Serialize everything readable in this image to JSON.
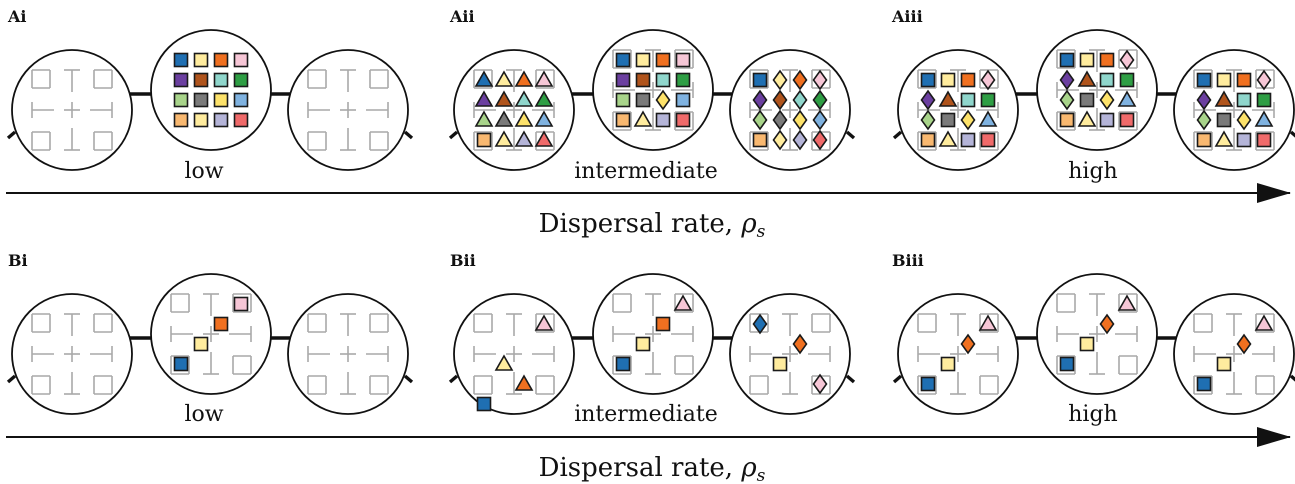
{
  "colors": {
    "blue": "#1f6fb2",
    "yellow": "#ffec9e",
    "orange": "#f07020",
    "pink": "#f6c6d6",
    "purple": "#6b3fa0",
    "brown": "#b0541c",
    "teal": "#8fd6cc",
    "green": "#2e9e44",
    "lightgreen": "#a8d48a",
    "gray": "#7a7a7a",
    "gold": "#fde26a",
    "lightblue": "#7fb2e0",
    "peach": "#f8b870",
    "lavender": "#b4b4d8",
    "red": "#f06a6a"
  },
  "rows": [
    {
      "axis_label": "Dispersal rate, ",
      "axis_symbol": "ρ",
      "axis_subscript": "s",
      "panels": [
        {
          "label": "Ai",
          "scenario": "low"
        },
        {
          "label": "Aii",
          "scenario": "intermediate"
        },
        {
          "label": "Aiii",
          "scenario": "high"
        }
      ]
    },
    {
      "axis_label": "Dispersal rate, ",
      "axis_symbol": "ρ",
      "axis_subscript": "s",
      "panels": [
        {
          "label": "Bi",
          "scenario": "low"
        },
        {
          "label": "Bii",
          "scenario": "intermediate"
        },
        {
          "label": "Biii",
          "scenario": "high"
        }
      ]
    }
  ],
  "patches": {
    "A": [
      [
        {
          "grid": true,
          "species": []
        },
        {
          "grid": false,
          "species": [
            [
              "s",
              "blue",
              0,
              0
            ],
            [
              "s",
              "yellow",
              1,
              0
            ],
            [
              "s",
              "orange",
              2,
              0
            ],
            [
              "s",
              "pink",
              3,
              0
            ],
            [
              "s",
              "purple",
              0,
              1
            ],
            [
              "s",
              "brown",
              1,
              1
            ],
            [
              "s",
              "teal",
              2,
              1
            ],
            [
              "s",
              "green",
              3,
              1
            ],
            [
              "s",
              "lightgreen",
              0,
              2
            ],
            [
              "s",
              "gray",
              1,
              2
            ],
            [
              "s",
              "gold",
              2,
              2
            ],
            [
              "s",
              "lightblue",
              3,
              2
            ],
            [
              "s",
              "peach",
              0,
              3
            ],
            [
              "s",
              "yellow",
              1,
              3
            ],
            [
              "s",
              "lavender",
              2,
              3
            ],
            [
              "s",
              "red",
              3,
              3
            ]
          ]
        },
        {
          "grid": true,
          "species": []
        }
      ],
      [
        {
          "grid": true,
          "species": [
            [
              "t",
              "blue",
              0,
              0
            ],
            [
              "t",
              "yellow",
              1,
              0
            ],
            [
              "t",
              "orange",
              2,
              0
            ],
            [
              "t",
              "pink",
              3,
              0
            ],
            [
              "t",
              "purple",
              0,
              1
            ],
            [
              "t",
              "brown",
              1,
              1
            ],
            [
              "t",
              "teal",
              2,
              1
            ],
            [
              "t",
              "green",
              3,
              1
            ],
            [
              "t",
              "lightgreen",
              0,
              2
            ],
            [
              "t",
              "gray",
              1,
              2
            ],
            [
              "t",
              "gold",
              2,
              2
            ],
            [
              "t",
              "lightblue",
              3,
              2
            ],
            [
              "s",
              "peach",
              0,
              3
            ],
            [
              "t",
              "yellow",
              1,
              3
            ],
            [
              "t",
              "lavender",
              2,
              3
            ],
            [
              "t",
              "red",
              3,
              3
            ]
          ]
        },
        {
          "grid": true,
          "species": [
            [
              "s",
              "blue",
              0,
              0
            ],
            [
              "s",
              "yellow",
              1,
              0
            ],
            [
              "s",
              "orange",
              2,
              0
            ],
            [
              "s",
              "pink",
              3,
              0
            ],
            [
              "s",
              "purple",
              0,
              1
            ],
            [
              "s",
              "brown",
              1,
              1
            ],
            [
              "s",
              "teal",
              2,
              1
            ],
            [
              "s",
              "green",
              3,
              1
            ],
            [
              "s",
              "lightgreen",
              0,
              2
            ],
            [
              "s",
              "gray",
              1,
              2
            ],
            [
              "d",
              "gold",
              2,
              2
            ],
            [
              "s",
              "lightblue",
              3,
              2
            ],
            [
              "s",
              "peach",
              0,
              3
            ],
            [
              "t",
              "yellow",
              1,
              3
            ],
            [
              "s",
              "lavender",
              2,
              3
            ],
            [
              "s",
              "red",
              3,
              3
            ]
          ]
        },
        {
          "grid": true,
          "species": [
            [
              "s",
              "blue",
              0,
              0
            ],
            [
              "d",
              "yellow",
              1,
              0
            ],
            [
              "d",
              "orange",
              2,
              0
            ],
            [
              "d",
              "pink",
              3,
              0
            ],
            [
              "d",
              "purple",
              0,
              1
            ],
            [
              "d",
              "brown",
              1,
              1
            ],
            [
              "d",
              "teal",
              2,
              1
            ],
            [
              "d",
              "green",
              3,
              1
            ],
            [
              "d",
              "lightgreen",
              0,
              2
            ],
            [
              "d",
              "gray",
              1,
              2
            ],
            [
              "d",
              "gold",
              2,
              2
            ],
            [
              "d",
              "lightblue",
              3,
              2
            ],
            [
              "s",
              "peach",
              0,
              3
            ],
            [
              "d",
              "yellow",
              1,
              3
            ],
            [
              "d",
              "lavender",
              2,
              3
            ],
            [
              "d",
              "red",
              3,
              3
            ]
          ]
        }
      ],
      [
        {
          "grid": true,
          "species": [
            [
              "s",
              "blue",
              0,
              0
            ],
            [
              "s",
              "yellow",
              1,
              0
            ],
            [
              "s",
              "orange",
              2,
              0
            ],
            [
              "d",
              "pink",
              3,
              0
            ],
            [
              "d",
              "purple",
              0,
              1
            ],
            [
              "t",
              "brown",
              1,
              1
            ],
            [
              "s",
              "teal",
              2,
              1
            ],
            [
              "s",
              "green",
              3,
              1
            ],
            [
              "d",
              "lightgreen",
              0,
              2
            ],
            [
              "s",
              "gray",
              1,
              2
            ],
            [
              "d",
              "gold",
              2,
              2
            ],
            [
              "t",
              "lightblue",
              3,
              2
            ],
            [
              "s",
              "peach",
              0,
              3
            ],
            [
              "t",
              "yellow",
              1,
              3
            ],
            [
              "s",
              "lavender",
              2,
              3
            ],
            [
              "s",
              "red",
              3,
              3
            ]
          ]
        },
        {
          "grid": true,
          "species": [
            [
              "s",
              "blue",
              0,
              0
            ],
            [
              "s",
              "yellow",
              1,
              0
            ],
            [
              "s",
              "orange",
              2,
              0
            ],
            [
              "d",
              "pink",
              3,
              0
            ],
            [
              "d",
              "purple",
              0,
              1
            ],
            [
              "t",
              "brown",
              1,
              1
            ],
            [
              "s",
              "teal",
              2,
              1
            ],
            [
              "s",
              "green",
              3,
              1
            ],
            [
              "d",
              "lightgreen",
              0,
              2
            ],
            [
              "s",
              "gray",
              1,
              2
            ],
            [
              "d",
              "gold",
              2,
              2
            ],
            [
              "t",
              "lightblue",
              3,
              2
            ],
            [
              "s",
              "peach",
              0,
              3
            ],
            [
              "t",
              "yellow",
              1,
              3
            ],
            [
              "s",
              "lavender",
              2,
              3
            ],
            [
              "s",
              "red",
              3,
              3
            ]
          ]
        },
        {
          "grid": true,
          "species": [
            [
              "s",
              "blue",
              0,
              0
            ],
            [
              "s",
              "yellow",
              1,
              0
            ],
            [
              "s",
              "orange",
              2,
              0
            ],
            [
              "d",
              "pink",
              3,
              0
            ],
            [
              "d",
              "purple",
              0,
              1
            ],
            [
              "t",
              "brown",
              1,
              1
            ],
            [
              "s",
              "teal",
              2,
              1
            ],
            [
              "s",
              "green",
              3,
              1
            ],
            [
              "d",
              "lightgreen",
              0,
              2
            ],
            [
              "s",
              "gray",
              1,
              2
            ],
            [
              "d",
              "gold",
              2,
              2
            ],
            [
              "t",
              "lightblue",
              3,
              2
            ],
            [
              "s",
              "peach",
              0,
              3
            ],
            [
              "t",
              "yellow",
              1,
              3
            ],
            [
              "s",
              "lavender",
              2,
              3
            ],
            [
              "s",
              "red",
              3,
              3
            ]
          ]
        }
      ]
    ],
    "B": [
      [
        {
          "grid": true,
          "species": []
        },
        {
          "grid": true,
          "species": [
            [
              "s",
              "pink",
              3,
              0
            ],
            [
              "s",
              "orange",
              2,
              1
            ],
            [
              "s",
              "yellow",
              1,
              2
            ],
            [
              "s",
              "blue",
              0,
              3
            ]
          ]
        },
        {
          "grid": true,
          "species": []
        }
      ],
      [
        {
          "grid": true,
          "species": [
            [
              "t",
              "pink",
              3,
              0
            ],
            [
              "t",
              "yellow",
              1,
              2
            ],
            [
              "t",
              "orange",
              2,
              3
            ],
            [
              "s",
              "blue",
              0,
              4
            ]
          ]
        },
        {
          "grid": true,
          "species": [
            [
              "t",
              "pink",
              3,
              0
            ],
            [
              "s",
              "orange",
              2,
              1
            ],
            [
              "s",
              "yellow",
              1,
              2
            ],
            [
              "s",
              "blue",
              0,
              3
            ]
          ]
        },
        {
          "grid": true,
          "species": [
            [
              "d",
              "blue",
              0,
              0
            ],
            [
              "d",
              "orange",
              2,
              1
            ],
            [
              "s",
              "yellow",
              1,
              2
            ],
            [
              "d",
              "pink",
              3,
              3
            ]
          ]
        }
      ],
      [
        {
          "grid": true,
          "species": [
            [
              "t",
              "pink",
              3,
              0
            ],
            [
              "d",
              "orange",
              2,
              1
            ],
            [
              "s",
              "yellow",
              1,
              2
            ],
            [
              "s",
              "blue",
              0,
              3
            ]
          ]
        },
        {
          "grid": true,
          "species": [
            [
              "t",
              "pink",
              3,
              0
            ],
            [
              "d",
              "orange",
              2,
              1
            ],
            [
              "s",
              "yellow",
              1,
              2
            ],
            [
              "s",
              "blue",
              0,
              3
            ]
          ]
        },
        {
          "grid": true,
          "species": [
            [
              "t",
              "pink",
              3,
              0
            ],
            [
              "d",
              "orange",
              2,
              1
            ],
            [
              "s",
              "yellow",
              1,
              2
            ],
            [
              "s",
              "blue",
              0,
              3
            ]
          ]
        }
      ]
    ]
  }
}
